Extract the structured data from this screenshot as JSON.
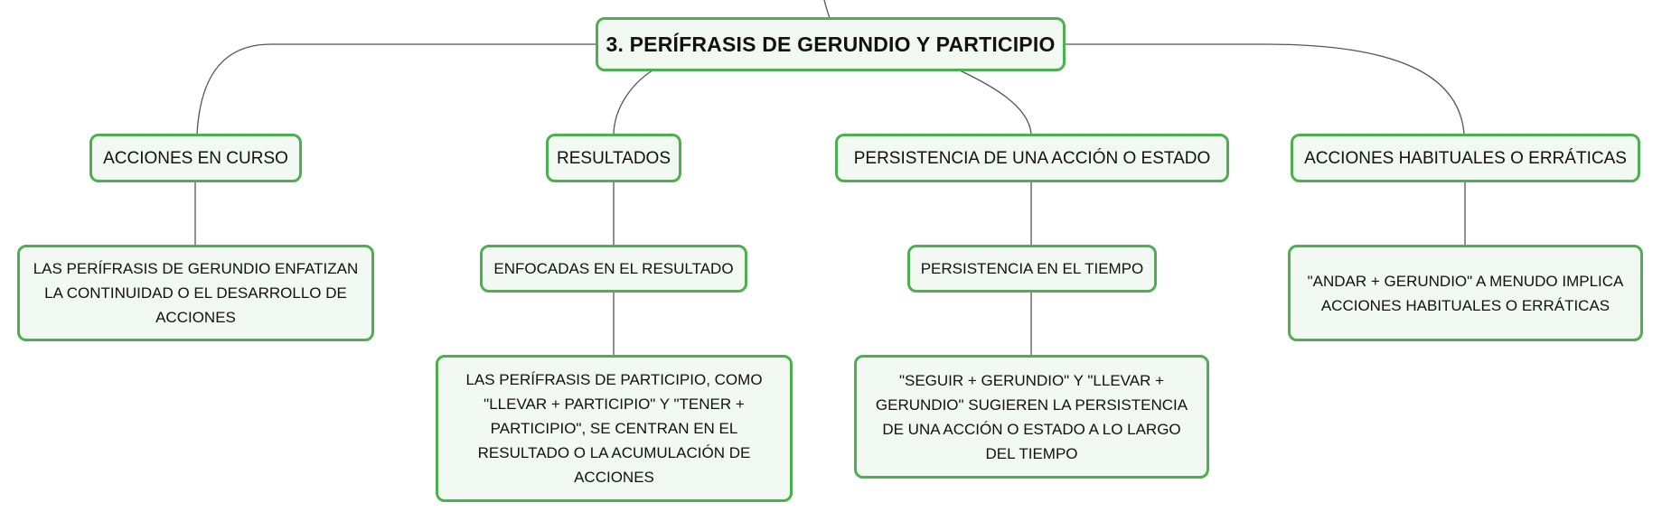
{
  "diagram": {
    "root": {
      "label": "3. PERÍFRASIS DE GERUNDIO Y PARTICIPIO"
    },
    "branches": [
      {
        "label": "ACCIONES EN CURSO",
        "children": [
          {
            "label": "LAS PERÍFRASIS DE GERUNDIO ENFATIZAN LA CONTINUIDAD O EL DESARROLLO DE ACCIONES"
          }
        ]
      },
      {
        "label": "RESULTADOS",
        "children": [
          {
            "label": "ENFOCADAS EN EL RESULTADO"
          },
          {
            "label": "LAS PERÍFRASIS DE PARTICIPIO, COMO \"LLEVAR + PARTICIPIO\" Y \"TENER + PARTICIPIO\", SE CENTRAN EN EL RESULTADO O LA ACUMULACIÓN DE ACCIONES"
          }
        ]
      },
      {
        "label": "PERSISTENCIA DE UNA ACCIÓN O ESTADO",
        "children": [
          {
            "label": "PERSISTENCIA EN EL TIEMPO"
          },
          {
            "label": "\"SEGUIR + GERUNDIO\" Y \"LLEVAR + GERUNDIO\" SUGIEREN LA PERSISTENCIA DE UNA ACCIÓN O ESTADO A LO LARGO DEL TIEMPO"
          }
        ]
      },
      {
        "label": "ACCIONES HABITUALES O ERRÁTICAS",
        "children": [
          {
            "label": "\"ANDAR + GERUNDIO\" A MENUDO IMPLICA ACCIONES HABITUALES O ERRÁTICAS"
          }
        ]
      }
    ]
  },
  "colors": {
    "node_border": "#4caf50",
    "node_fill": "#f2f9f2",
    "connector": "#555555"
  }
}
